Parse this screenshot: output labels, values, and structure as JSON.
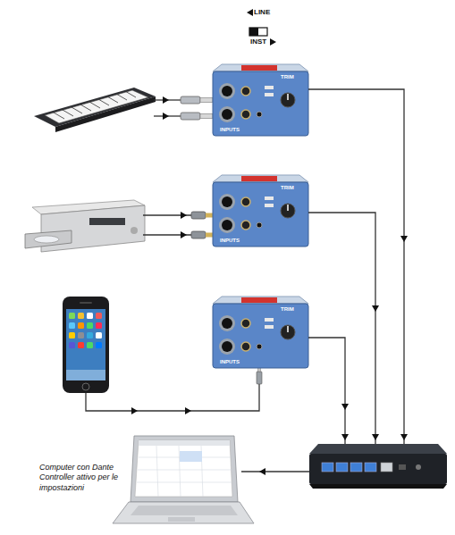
{
  "diagram": {
    "labels": [
      "LINE",
      "INST",
      "TRIM",
      "INPUTS",
      "TRIM",
      "INPUTS",
      "TRIM",
      "INPUTS",
      "Computer con Dante Controller attivo per le impostazioni"
    ]
  }
}
